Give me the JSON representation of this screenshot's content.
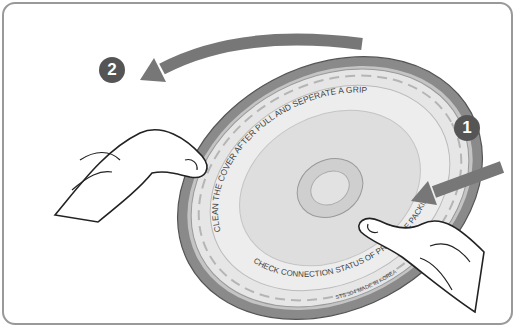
{
  "diagram": {
    "labels": [
      "2",
      "1",
      "CLEAN THE COVER AFTER PULL AND SEPERATE A GRIP",
      "CHECK CONNECTION STATUS OF PRESSURE PACKING",
      "STS 304 MADE IN KOREA"
    ]
  }
}
